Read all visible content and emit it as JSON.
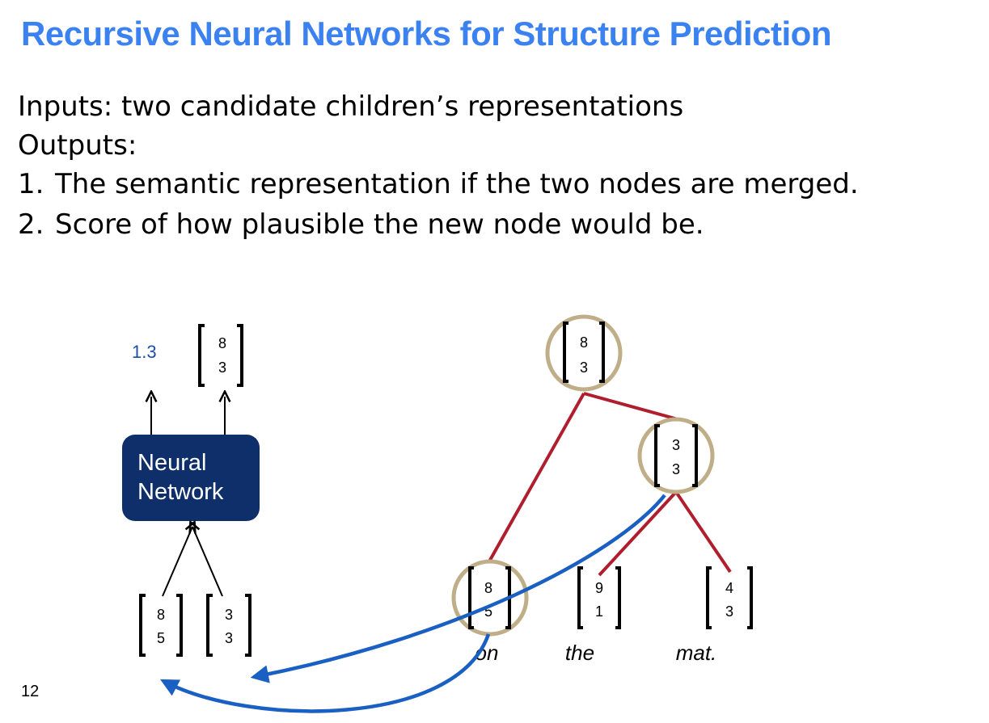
{
  "title": "Recursive Neural Networks for Structure Prediction",
  "intro": {
    "inputs": "Inputs: two candidate children’s representations",
    "outputs": "Outputs:",
    "items": [
      {
        "num": "1.",
        "text": "The semantic representation if the two nodes are merged."
      },
      {
        "num": "2.",
        "text": "Score of how plausible the new node would be."
      }
    ]
  },
  "network": {
    "box_label_line1": "Neural",
    "box_label_line2": "Network",
    "score": "1.3",
    "output_vector": [
      "8",
      "3"
    ],
    "input_left": [
      "8",
      "5"
    ],
    "input_right": [
      "3",
      "3"
    ]
  },
  "tree": {
    "root": [
      "8",
      "3"
    ],
    "mid": [
      "3",
      "3"
    ],
    "leaves": [
      {
        "vector": [
          "8",
          "5"
        ],
        "word": "on"
      },
      {
        "vector": [
          "9",
          "1"
        ],
        "word": "the"
      },
      {
        "vector": [
          "4",
          "3"
        ],
        "word": "mat."
      }
    ]
  },
  "colors": {
    "title": "#3b82f0",
    "box": "#0f2f6b",
    "tree_edge": "#b01e2e",
    "node_circle": "#c0ae88",
    "arrow_blue": "#1a5fc2"
  },
  "page_number": "12"
}
